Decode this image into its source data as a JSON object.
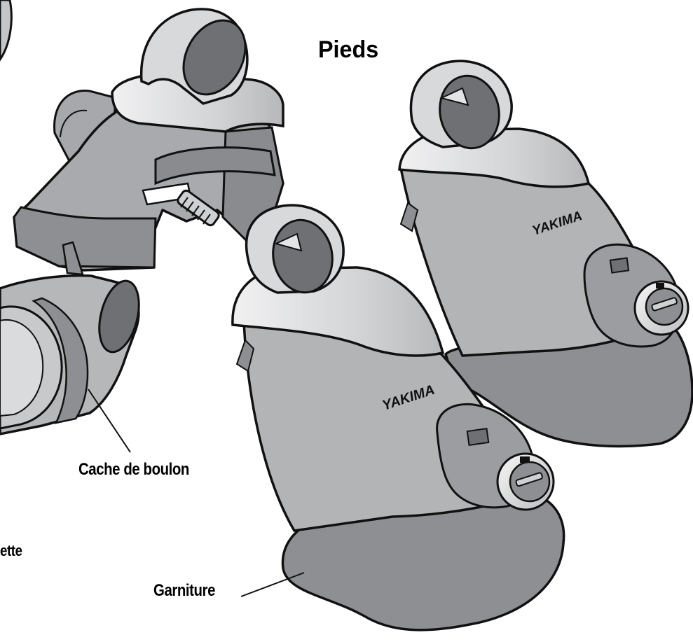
{
  "title": "Pieds",
  "labels": {
    "bolt_cover": "Cache de boulon",
    "trim": "Garniture",
    "partial": "ette"
  },
  "brand": "YAKIMA",
  "colors": {
    "body_gray": "#b3b4b6",
    "dark_gray": "#8e8f92",
    "light_gray": "#d7d8da",
    "hole_gray": "#6f7073",
    "outline": "#1a1a1a"
  }
}
